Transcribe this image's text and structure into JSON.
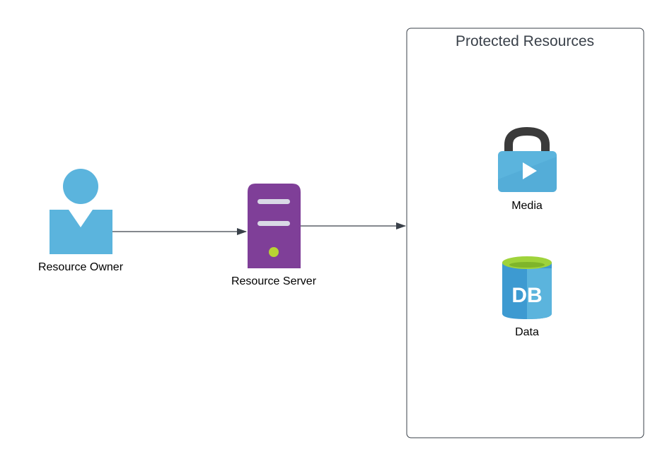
{
  "diagram": {
    "nodes": {
      "resource_owner": {
        "label": "Resource Owner",
        "icon": "user-icon",
        "color": "#5bb4dd"
      },
      "resource_server": {
        "label": "Resource Server",
        "icon": "server-icon",
        "color": "#7f3f98",
        "accent": "#b8d433"
      },
      "media": {
        "label": "Media",
        "icon": "lock-media-icon",
        "color": "#5bb4dd",
        "shackle_color": "#3a3a3a"
      },
      "data": {
        "label": "Data",
        "icon": "database-icon",
        "color": "#3d9ad1",
        "top_color": "#9fd33b",
        "icon_text": "DB"
      }
    },
    "group": {
      "title": "Protected Resources"
    },
    "edges": [
      {
        "from": "Resource Owner",
        "to": "Resource Server"
      },
      {
        "from": "Resource Server",
        "to": "Protected Resources"
      }
    ],
    "colors": {
      "edge": "#3a414a",
      "group_border": "#3a414a"
    }
  }
}
